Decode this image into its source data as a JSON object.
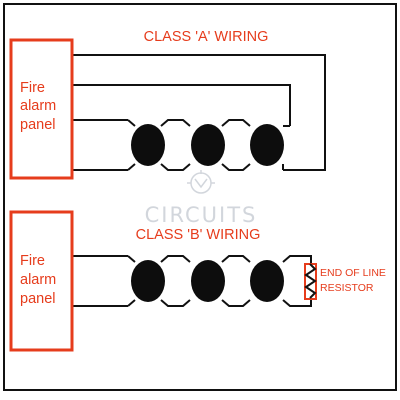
{
  "diagram": {
    "class_a": {
      "title": "CLASS 'A' WIRING",
      "panel_label_lines": [
        "Fire",
        "alarm",
        "panel"
      ],
      "devices": [
        "device-1",
        "device-2",
        "device-3"
      ]
    },
    "class_b": {
      "title": "CLASS 'B' WIRING",
      "panel_label_lines": [
        "Fire",
        "alarm",
        "panel"
      ],
      "devices": [
        "device-1",
        "device-2",
        "device-3"
      ],
      "resistor_label_lines": [
        "END OF LINE",
        "RESISTOR"
      ]
    },
    "watermark": {
      "text": "CIRCUITS"
    },
    "colors": {
      "accent": "#e63c1c",
      "wire": "#111111",
      "device": "#0d0d0d",
      "watermark": "#d2d6dc"
    }
  }
}
